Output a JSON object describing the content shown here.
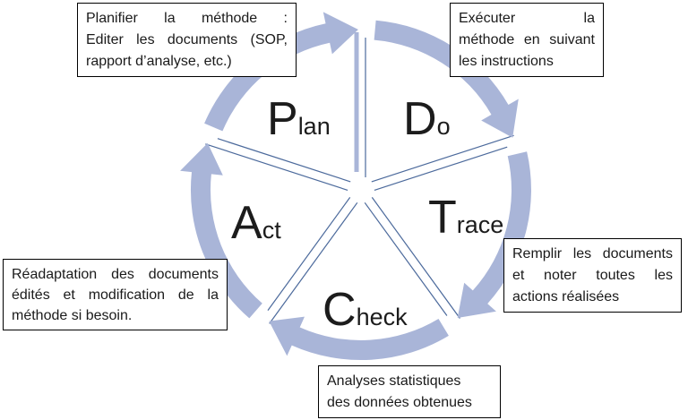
{
  "diagram": {
    "segments": [
      {
        "id": "plan",
        "initial": "P",
        "rest": "lan"
      },
      {
        "id": "do",
        "initial": "D",
        "rest": "o"
      },
      {
        "id": "trace",
        "initial": "T",
        "rest": "race"
      },
      {
        "id": "check",
        "initial": "C",
        "rest": "heck"
      },
      {
        "id": "act",
        "initial": "A",
        "rest": "ct"
      }
    ],
    "colors": {
      "arrow": "#a9b5d8",
      "wedge_line": "#4c6a9c",
      "letter": "#1c1c1c",
      "box_border": "#000000"
    }
  },
  "callouts": {
    "plan": {
      "lines": [
        "Planifier la méthode :",
        "Editer les documents (SOP,",
        "rapport d’analyse, etc.)"
      ]
    },
    "do": {
      "lines": [
        "Exécuter la",
        "méthode en suivant",
        "les instructions"
      ]
    },
    "trace": {
      "lines": [
        "Remplir les documents",
        "et noter toutes les",
        "actions réalisées"
      ]
    },
    "check": {
      "lines": [
        "Analyses statistiques",
        "des données obtenues"
      ]
    },
    "act": {
      "lines": [
        "Réadaptation des documents",
        "édités et modification de la",
        "méthode si besoin."
      ]
    }
  }
}
